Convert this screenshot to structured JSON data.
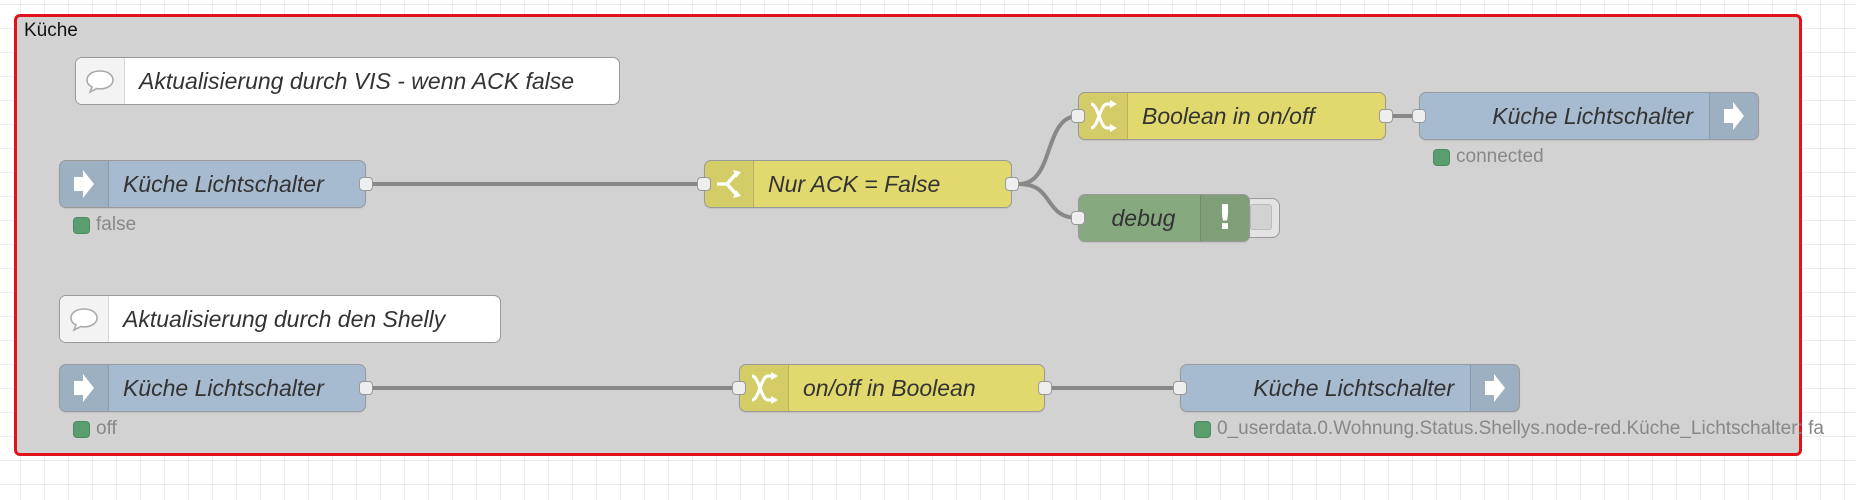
{
  "group": {
    "label": "Küche",
    "border_color": "#e2121b"
  },
  "comments": [
    {
      "text": "Aktualisierung durch VIS - wenn ACK false",
      "icon": "comment-icon"
    },
    {
      "text": "Aktualisierung durch den Shelly",
      "icon": "comment-icon"
    }
  ],
  "nodes": {
    "in1": {
      "label": "Küche Lichtschalter",
      "type": "ioBroker in",
      "status": "false",
      "icon": "arrow-in-icon"
    },
    "switch1": {
      "label": "Nur ACK = False",
      "type": "switch",
      "icon": "switch-icon"
    },
    "change1": {
      "label": "Boolean in on/off",
      "type": "change",
      "icon": "change-icon"
    },
    "out1": {
      "label": "Küche Lichtschalter",
      "type": "ioBroker out",
      "status": "connected",
      "icon": "arrow-out-icon"
    },
    "debug1": {
      "label": "debug",
      "type": "debug",
      "icon": "debug-icon",
      "badge": "!"
    },
    "in2": {
      "label": "Küche Lichtschalter",
      "type": "ioBroker in",
      "status": "off",
      "icon": "arrow-in-icon"
    },
    "change2": {
      "label": "on/off in Boolean",
      "type": "change",
      "icon": "change-icon"
    },
    "out2": {
      "label": "Küche Lichtschalter",
      "type": "ioBroker out",
      "status": "0_userdata.0.Wohnung.Status.Shellys.node-red.Küche_Lichtschalter: fa",
      "icon": "arrow-out-icon"
    }
  },
  "colors": {
    "iobroker": "#a6bbcf",
    "function": "#e2d96e",
    "debug": "#87a980",
    "status_ok": "#5a9e6f",
    "workspace_group": "#d2d2d2"
  }
}
